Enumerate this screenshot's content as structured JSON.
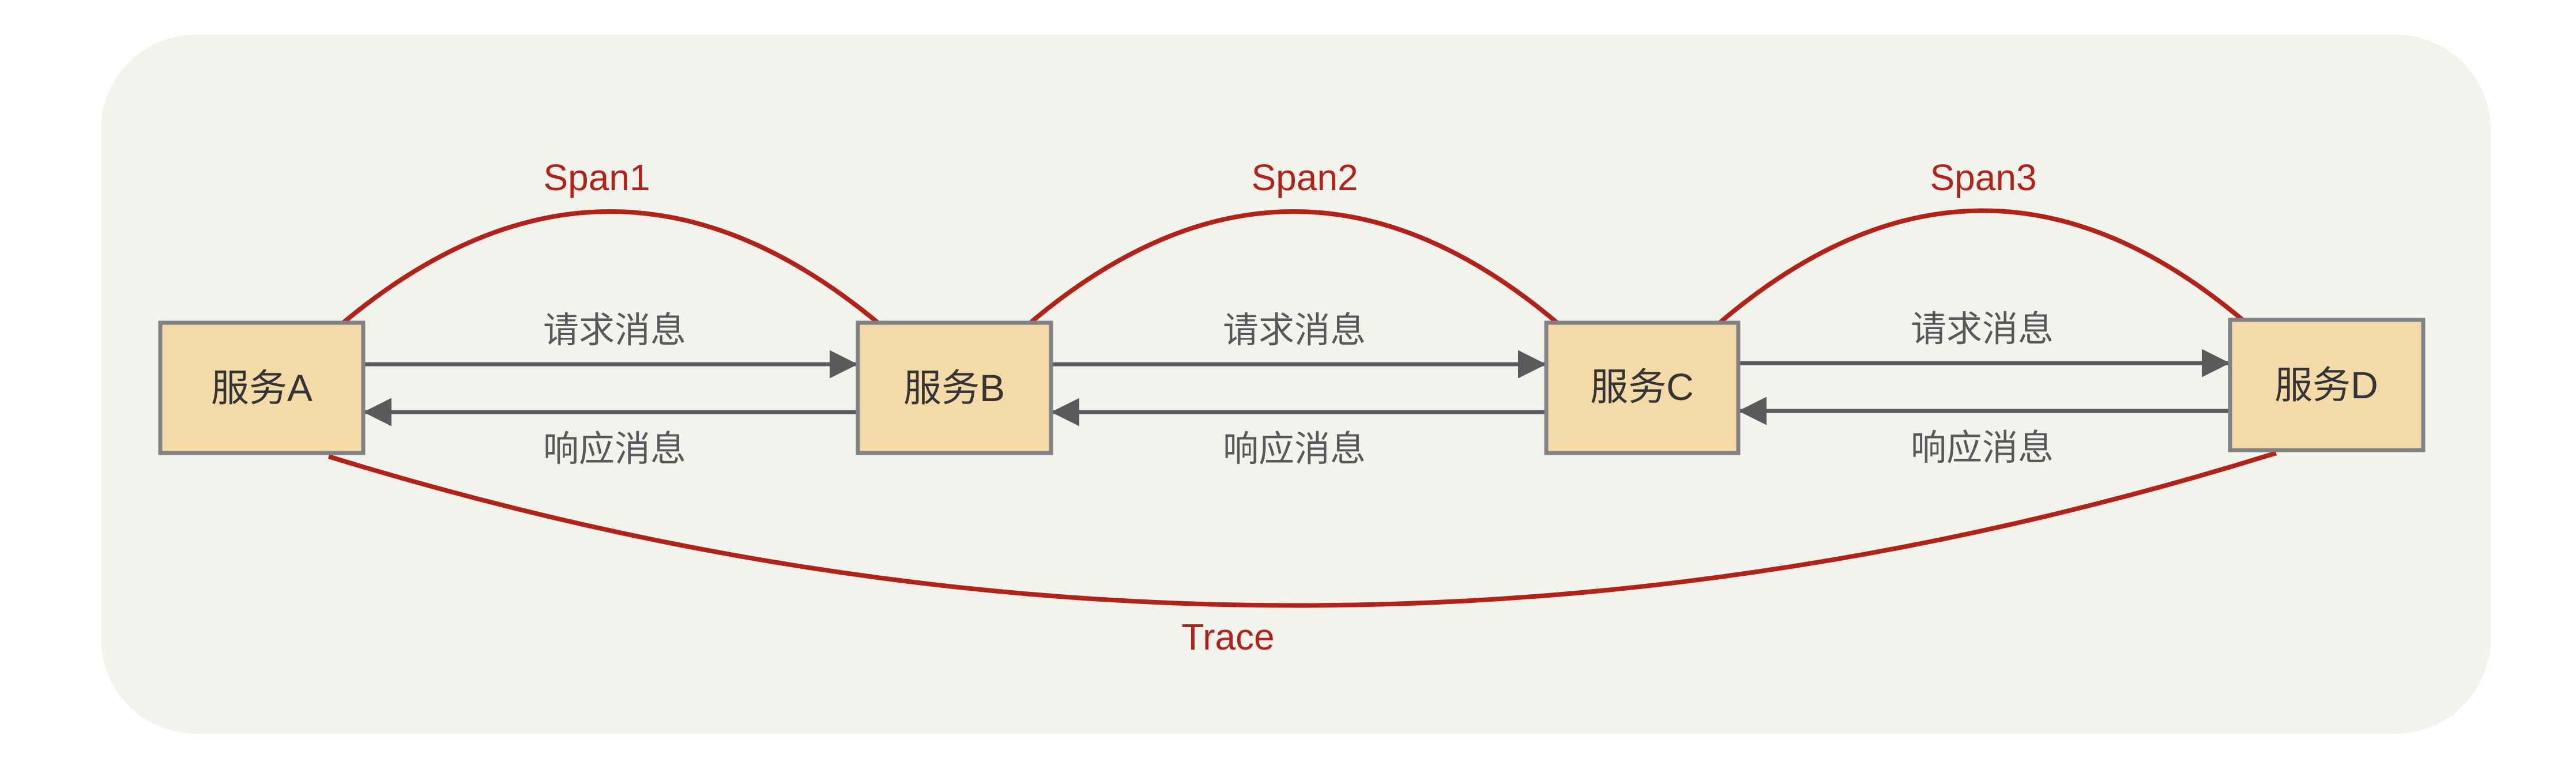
{
  "diagram": {
    "type": "distributed-tracing-sequence-diagram",
    "services": [
      {
        "id": "A",
        "label": "服务A"
      },
      {
        "id": "B",
        "label": "服务B"
      },
      {
        "id": "C",
        "label": "服务C"
      },
      {
        "id": "D",
        "label": "服务D"
      }
    ],
    "links": [
      {
        "from": "服务A",
        "to": "服务B",
        "request": "请求消息",
        "response": "响应消息",
        "span": "Span1"
      },
      {
        "from": "服务B",
        "to": "服务C",
        "request": "请求消息",
        "response": "响应消息",
        "span": "Span2"
      },
      {
        "from": "服务C",
        "to": "服务D",
        "request": "请求消息",
        "response": "响应消息",
        "span": "Span3"
      }
    ],
    "trace": {
      "label": "Trace"
    },
    "colors": {
      "red_accent": "#b32219",
      "arrow_gray": "#5a5a5c",
      "node_fill": "#f3daa6",
      "node_border": "#828286",
      "node_text": "#333437",
      "message_text": "#58585a",
      "panel_bg": "#f3f3ee",
      "page_bg": "#ffffff"
    }
  }
}
